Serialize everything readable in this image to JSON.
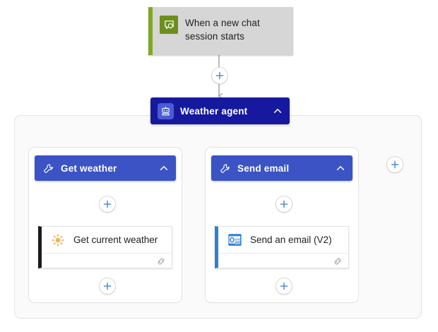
{
  "flow": {
    "trigger": {
      "label": "When a new chat session starts",
      "icon": "chat-bubble-icon",
      "accent_color": "#7fa823",
      "background_color": "#d6d6d6"
    },
    "agent": {
      "label": "Weather agent",
      "icon": "robot-icon",
      "collapse_icon": "chevron-up-icon",
      "background_color": "#16199e"
    },
    "tools": [
      {
        "label": "Get weather",
        "icon": "wrench-icon",
        "collapse_icon": "chevron-up-icon",
        "background_color": "#3b53c4",
        "action": {
          "title": "Get current weather",
          "icon": "sun-icon",
          "accent_color": "#1b1b1b",
          "footer_icon": "link-icon"
        }
      },
      {
        "label": "Send email",
        "icon": "wrench-icon",
        "collapse_icon": "chevron-up-icon",
        "background_color": "#3b53c4",
        "action": {
          "title": "Send an email (V2)",
          "icon": "outlook-icon",
          "accent_color": "#2f7fd6",
          "footer_icon": "link-icon"
        }
      }
    ],
    "add_buttons": [
      {
        "name": "add-step-after-trigger",
        "icon": "plus-icon"
      },
      {
        "name": "add-step-get-weather-top",
        "icon": "plus-icon"
      },
      {
        "name": "add-step-get-weather-bottom",
        "icon": "plus-icon"
      },
      {
        "name": "add-step-send-email-top",
        "icon": "plus-icon"
      },
      {
        "name": "add-step-send-email-bottom",
        "icon": "plus-icon"
      },
      {
        "name": "add-tool",
        "icon": "plus-icon"
      }
    ],
    "colors": {
      "plus_accent": "#4a8ce0",
      "connector": "#9e9e9e",
      "group_border": "#e2e2e2"
    }
  }
}
